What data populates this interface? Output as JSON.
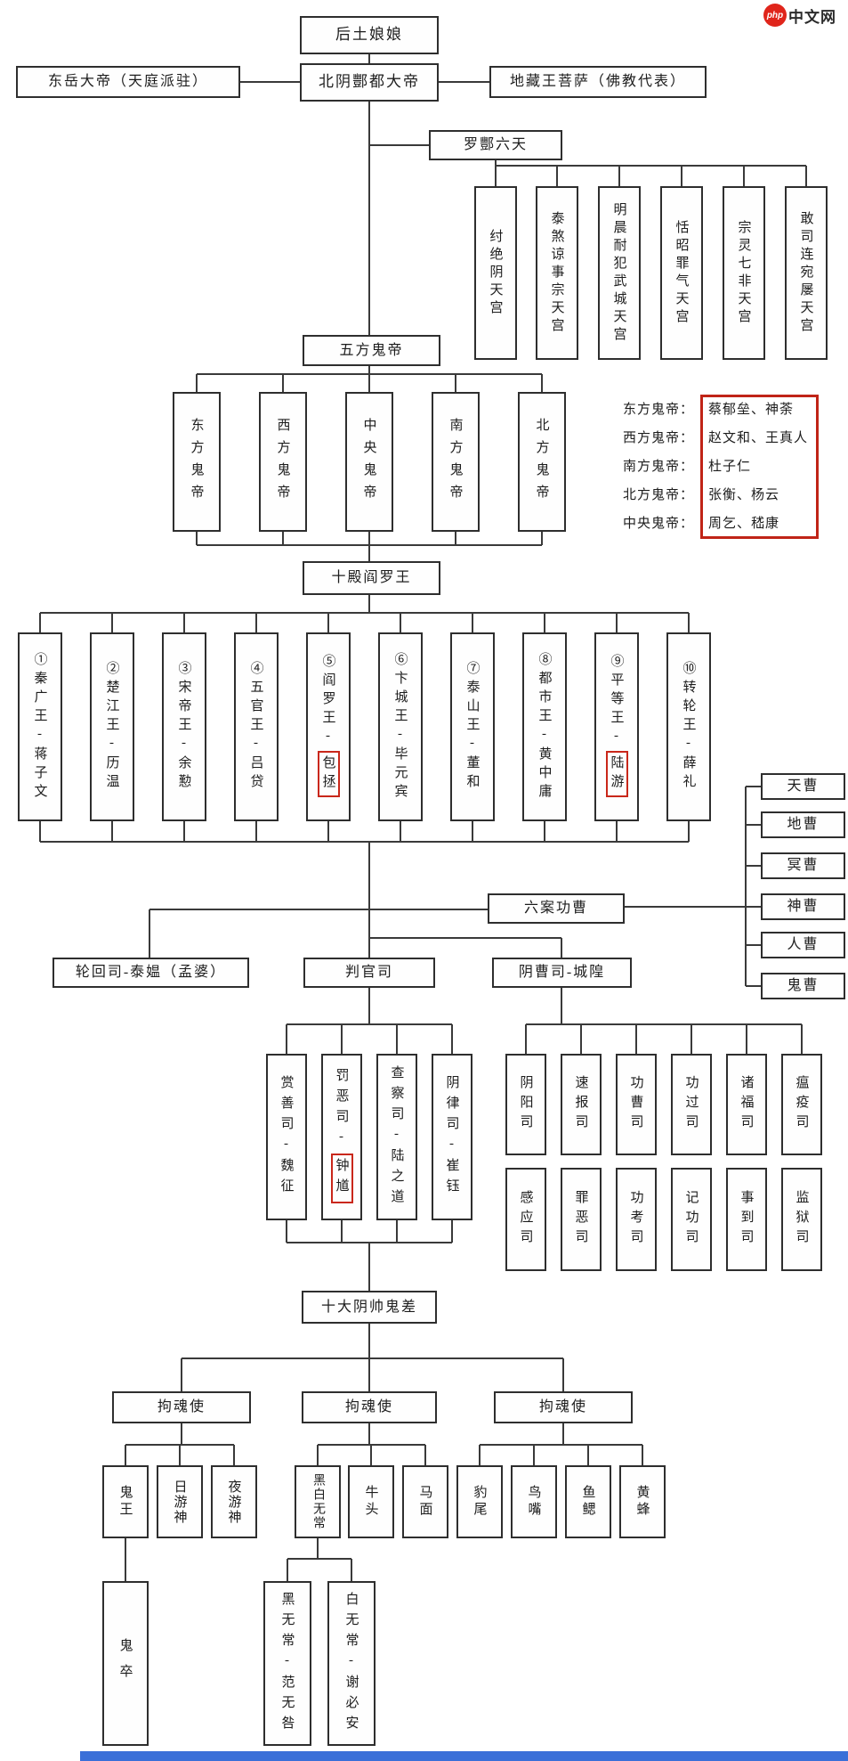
{
  "logo": {
    "badge": "php",
    "site": "中文网"
  },
  "top": {
    "root": "后土娘娘",
    "left": "东岳大帝（天庭派驻）",
    "center": "北阴酆都大帝",
    "right": "地藏王菩萨（佛教代表）"
  },
  "luofeng": {
    "title": "罗酆六天",
    "palaces": [
      "纣绝阴天宫",
      "泰煞谅事宗天宫",
      "明晨耐犯武城天宫",
      "恬昭罪气天宫",
      "宗灵七非天宫",
      "敢司连宛屡天宫"
    ]
  },
  "wufang": {
    "title": "五方鬼帝",
    "towers": [
      "东方鬼帝",
      "西方鬼帝",
      "中央鬼帝",
      "南方鬼帝",
      "北方鬼帝"
    ],
    "legend": [
      {
        "label": "东方鬼帝：",
        "names": "蔡郁垒、神荼"
      },
      {
        "label": "西方鬼帝：",
        "names": "赵文和、王真人"
      },
      {
        "label": "南方鬼帝：",
        "names": "杜子仁"
      },
      {
        "label": "北方鬼帝：",
        "names": "张衡、杨云"
      },
      {
        "label": "中央鬼帝：",
        "names": "周乞、嵇康"
      }
    ]
  },
  "shidian": {
    "title": "十殿阎罗王",
    "kings": [
      {
        "label": "①秦广王-蒋子文",
        "highlight": ""
      },
      {
        "label": "②楚江王-历温",
        "highlight": ""
      },
      {
        "label": "③宋帝王-余懃",
        "highlight": ""
      },
      {
        "label": "④五官王-吕贷",
        "highlight": ""
      },
      {
        "label": "⑤阎罗王-",
        "highlight": "包拯"
      },
      {
        "label": "⑥卞城王-毕元宾",
        "highlight": ""
      },
      {
        "label": "⑦泰山王-董和",
        "highlight": ""
      },
      {
        "label": "⑧都市王-黄中庸",
        "highlight": ""
      },
      {
        "label": "⑨平等王-",
        "highlight": "陆游"
      },
      {
        "label": "⑩转轮王-薛礼",
        "highlight": ""
      }
    ]
  },
  "liucao": {
    "gongcao": "六案功曹",
    "boxes": [
      "天曹",
      "地曹",
      "冥曹",
      "神曹",
      "人曹",
      "鬼曹"
    ]
  },
  "sectors": {
    "lunhui": "轮回司-泰媪（孟婆）",
    "panguan": "判官司",
    "yincao": "阴曹司-城隍"
  },
  "panguan_depts": [
    {
      "label": "赏善司-魏征",
      "highlight": ""
    },
    {
      "label": "罚恶司-",
      "highlight": "钟馗"
    },
    {
      "label": "查察司-陆之道",
      "highlight": ""
    },
    {
      "label": "阴律司-崔钰",
      "highlight": ""
    }
  ],
  "yincao_depts": {
    "row1": [
      "阴阳司",
      "速报司",
      "功曹司",
      "功过司",
      "诸福司",
      "瘟疫司"
    ],
    "row2": [
      "感应司",
      "罪恶司",
      "功考司",
      "记功司",
      "事到司",
      "监狱司"
    ]
  },
  "yinshuai": {
    "title": "十大阴帅鬼差",
    "captains": [
      "拘魂使",
      "拘魂使",
      "拘魂使"
    ],
    "group1": [
      "鬼王",
      "日游神",
      "夜游神"
    ],
    "group2": [
      "黑白无常",
      "牛头",
      "马面"
    ],
    "group3": [
      "豹尾",
      "鸟嘴",
      "鱼鳃",
      "黄蜂"
    ],
    "guizu": "鬼卒",
    "hei": "黑无常-范无咎",
    "bai": "白无常-谢必安"
  }
}
